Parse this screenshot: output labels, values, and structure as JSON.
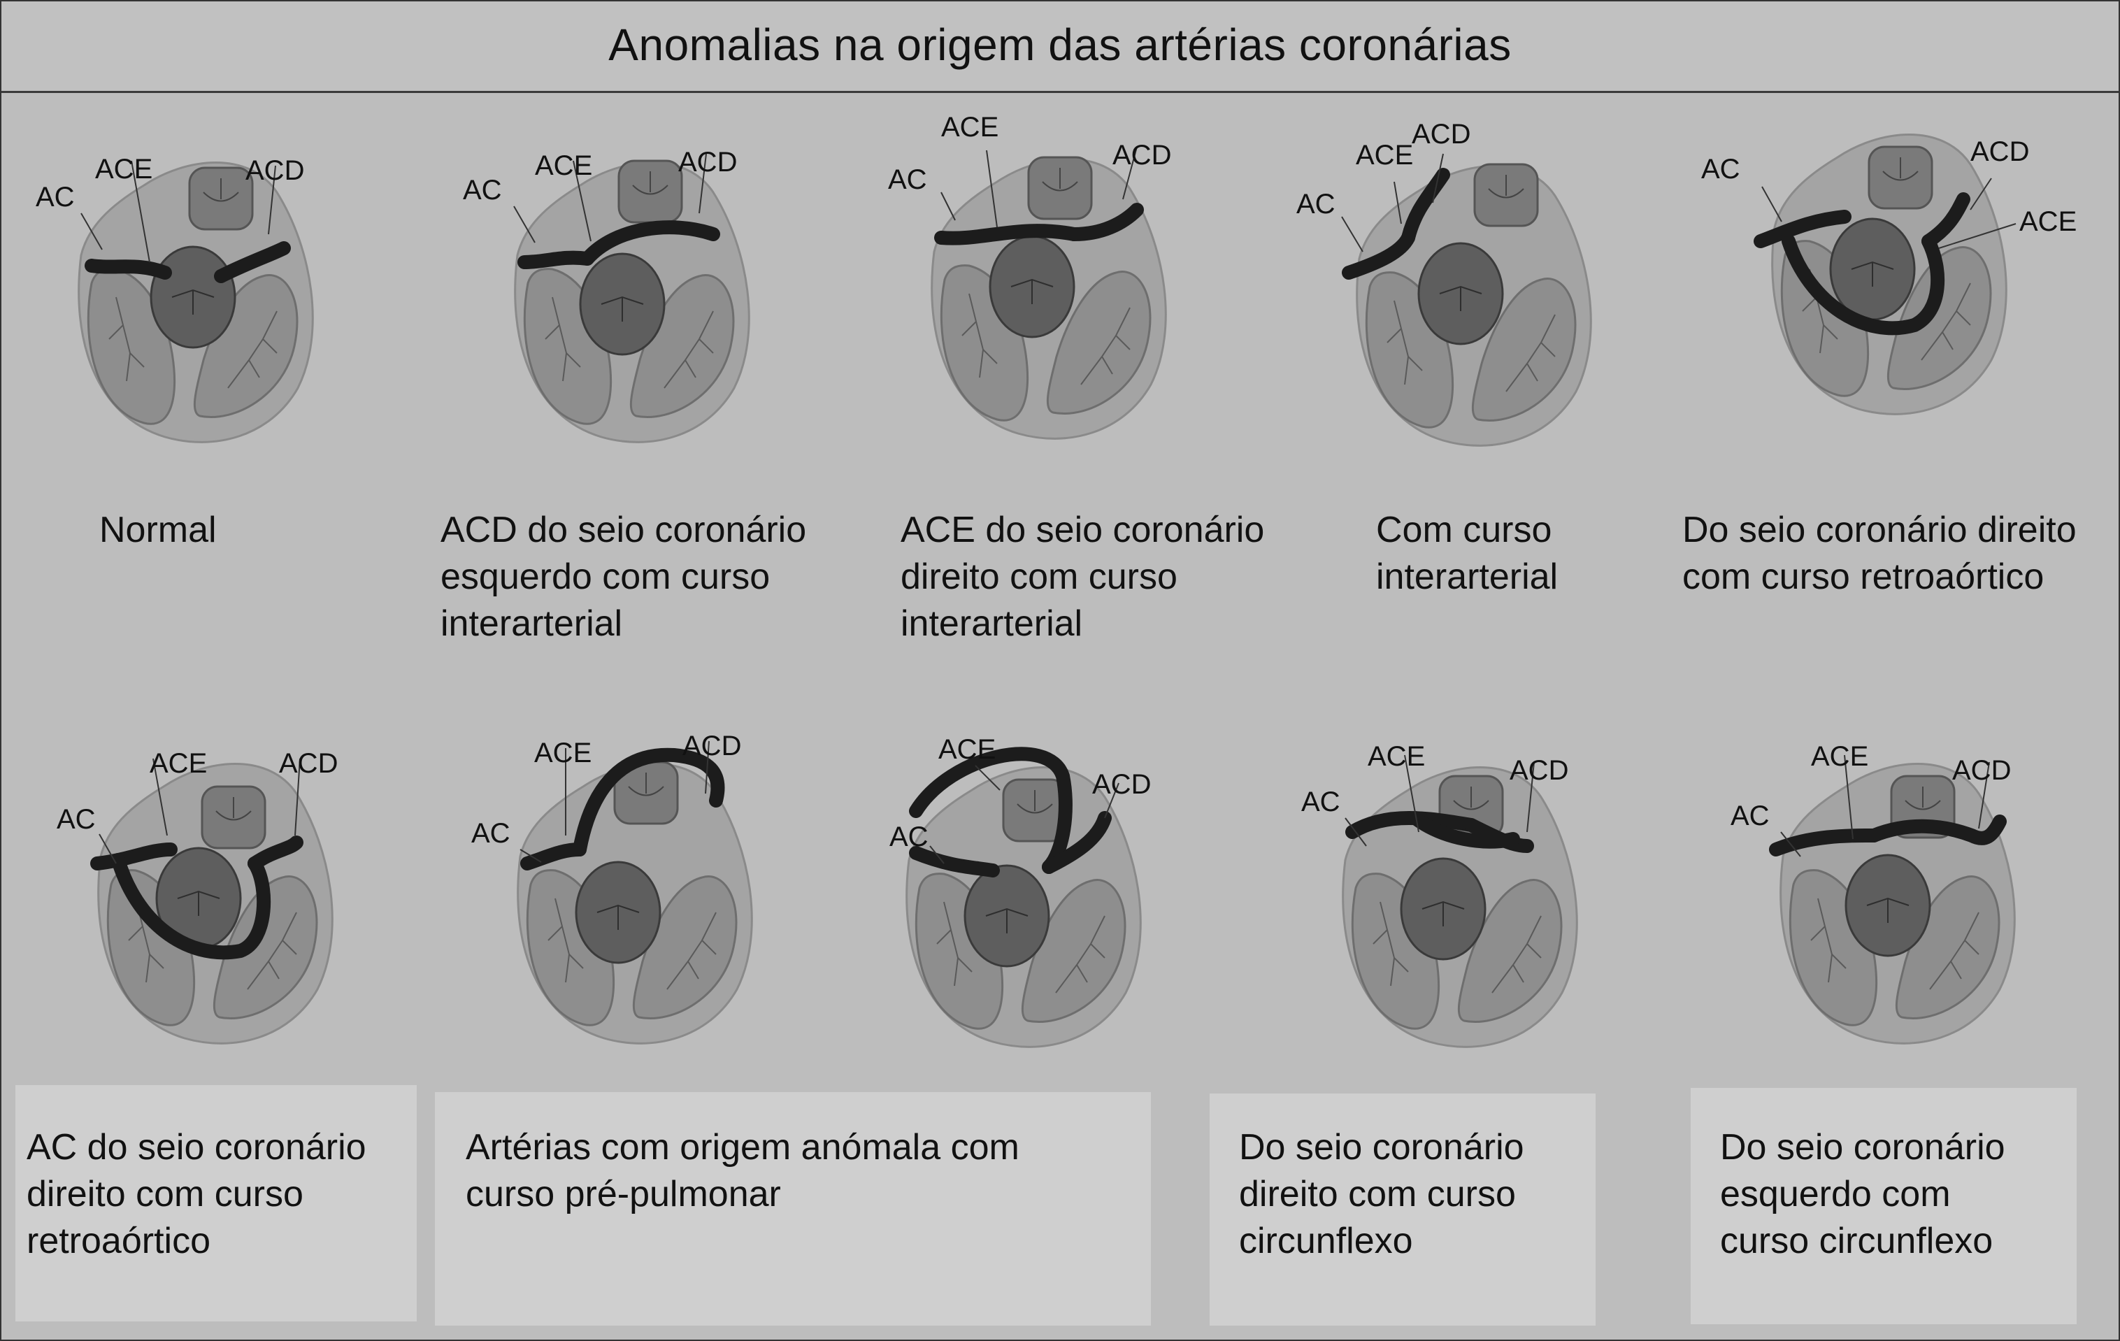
{
  "title": "Anomalias na origem das artérias coronárias",
  "labels": {
    "ac": "AC",
    "ace": "ACE",
    "acd": "ACD"
  },
  "row1_captions": [
    [
      "Normal"
    ],
    [
      "ACD do seio coronário",
      "esquerdo com curso",
      "interarterial"
    ],
    [
      "ACE do seio coronário",
      "direito com curso",
      "interarterial"
    ],
    [
      "Com curso",
      "interarterial"
    ],
    [
      "Do seio coronário direito",
      "com curso retroaórtico"
    ]
  ],
  "row2_captions": [
    [
      "AC do seio coronário",
      "direito com curso",
      "retroaórtico"
    ],
    [
      "Artérias com origem anómala com",
      "curso pré-pulmonar"
    ],
    [
      "Do seio coronário",
      "direito com curso",
      "circunflexo"
    ],
    [
      "Do seio coronário",
      "esquerdo com",
      "curso circunflexo"
    ]
  ],
  "colors": {
    "background": "#bdbdbd",
    "heart_outer": "#a4a4a4",
    "ventricle": "#8e8e8e",
    "aorta": "#5e5e5e",
    "pulmonary": "#7a7a7a",
    "artery": "#1c1c1c",
    "caption_box": "#cfcfcf"
  }
}
